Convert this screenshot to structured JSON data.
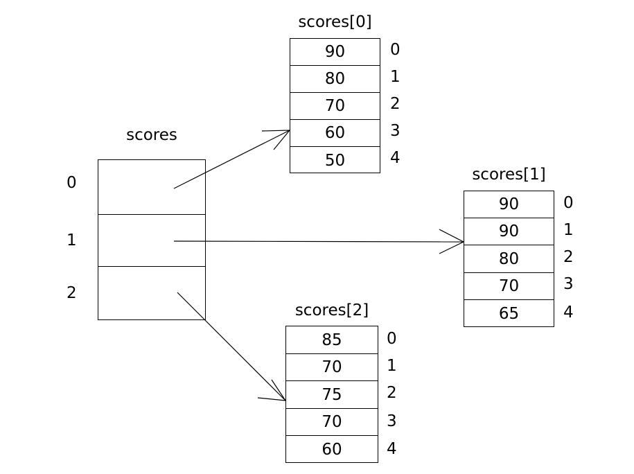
{
  "diagram": {
    "type": "array-of-arrays-pointer-diagram",
    "pointer_array": {
      "title": "scores",
      "indices": [
        "0",
        "1",
        "2"
      ],
      "cells": [
        "",
        "",
        ""
      ]
    },
    "arrays": [
      {
        "title": "scores[0]",
        "indices": [
          "0",
          "1",
          "2",
          "3",
          "4"
        ],
        "values": [
          "90",
          "80",
          "70",
          "60",
          "50"
        ]
      },
      {
        "title": "scores[1]",
        "indices": [
          "0",
          "1",
          "2",
          "3",
          "4"
        ],
        "values": [
          "90",
          "90",
          "80",
          "70",
          "65"
        ]
      },
      {
        "title": "scores[2]",
        "indices": [
          "0",
          "1",
          "2",
          "3",
          "4"
        ],
        "values": [
          "85",
          "70",
          "75",
          "70",
          "60"
        ]
      }
    ],
    "colors": {
      "stroke": "#000000",
      "text": "#000000",
      "background": "#ffffff"
    }
  }
}
